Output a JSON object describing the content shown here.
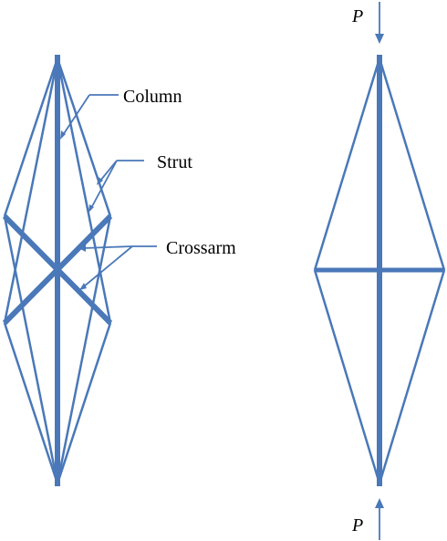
{
  "colors": {
    "structure": "#4A78B8",
    "text": "#000000",
    "background": "#ffffff"
  },
  "labels": {
    "column": "Column",
    "strut": "Strut",
    "crossarm": "Crossarm",
    "load_top": "P",
    "load_bottom": "P"
  }
}
